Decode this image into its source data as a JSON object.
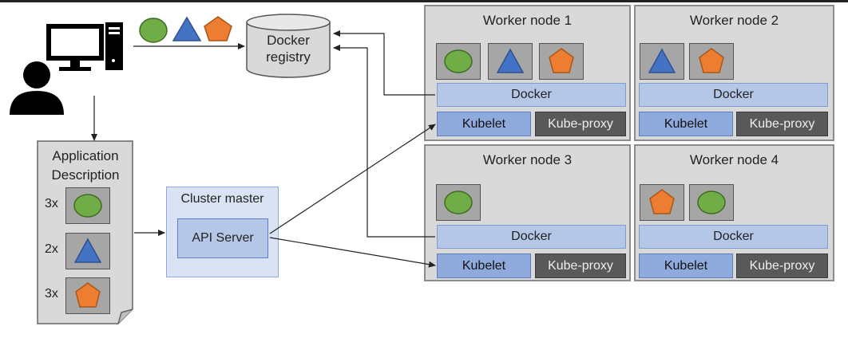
{
  "registry": {
    "line1": "Docker",
    "line2": "registry"
  },
  "app_description": {
    "line1": "Application",
    "line2": "Description"
  },
  "replicas": [
    "3x",
    "2x",
    "3x"
  ],
  "cluster_master": {
    "title": "Cluster master",
    "api_server": "API Server"
  },
  "workers": [
    {
      "title": "Worker node 1",
      "docker": "Docker",
      "kubelet": "Kubelet",
      "kube_proxy": "Kube-proxy",
      "pods": [
        "circle",
        "triangle",
        "pentagon"
      ]
    },
    {
      "title": "Worker node 2",
      "docker": "Docker",
      "kubelet": "Kubelet",
      "kube_proxy": "Kube-proxy",
      "pods": [
        "triangle",
        "pentagon"
      ]
    },
    {
      "title": "Worker node 3",
      "docker": "Docker",
      "kubelet": "Kubelet",
      "kube_proxy": "Kube-proxy",
      "pods": [
        "circle"
      ]
    },
    {
      "title": "Worker node 4",
      "docker": "Docker",
      "kubelet": "Kubelet",
      "kube_proxy": "Kube-proxy",
      "pods": [
        "pentagon",
        "circle"
      ]
    }
  ],
  "colors": {
    "circle": "#70ad47",
    "triangle": "#4472c4",
    "pentagon": "#ed7d31"
  }
}
